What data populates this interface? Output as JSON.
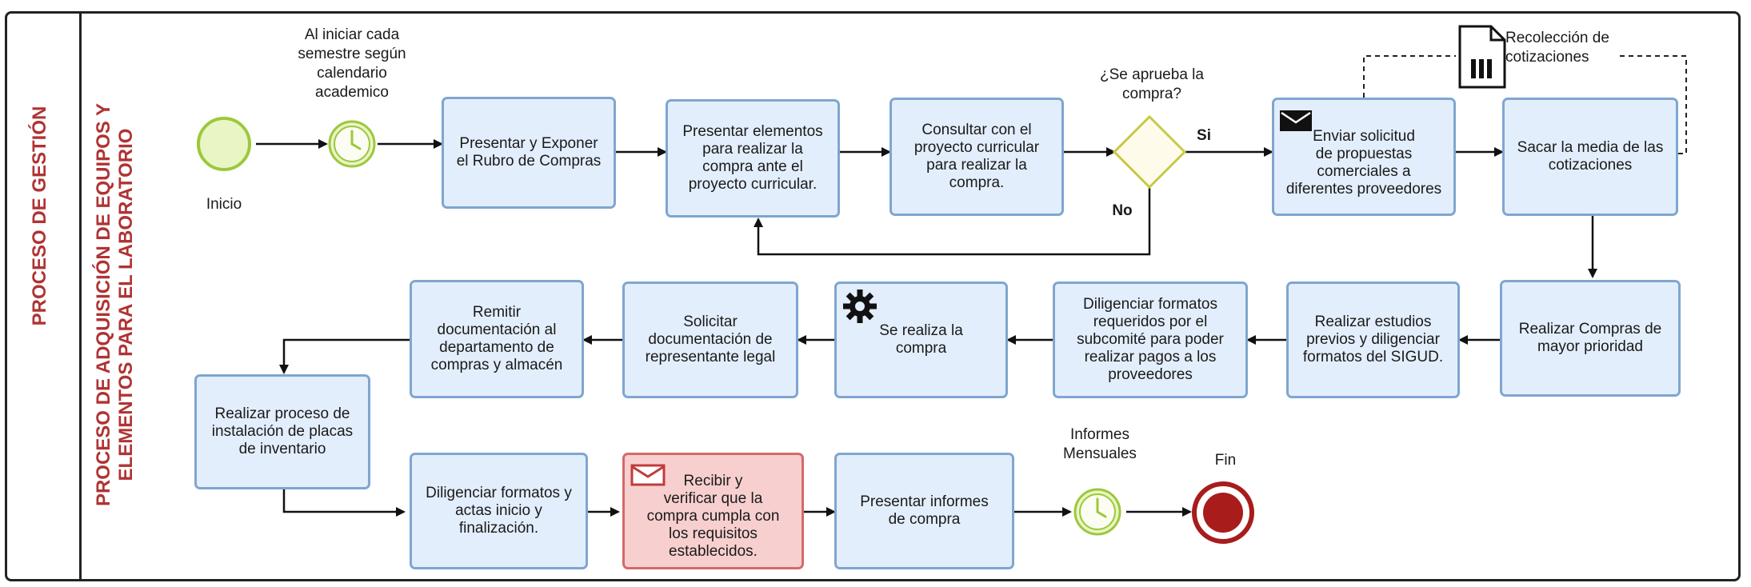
{
  "lanes": {
    "outer_label": "PROCESO DE GESTIÓN",
    "inner_label_line1": "PROCESO DE ADQUISICIÓN DE EQUIPOS Y",
    "inner_label_line2": "ELEMENTOS PARA EL LABORATORIO"
  },
  "events": {
    "start_label": "Inicio",
    "timer_start_label": "Al iniciar cada\nsemestre según\ncalendario\nacademico",
    "timer_end_label": "Informes\nMensuales",
    "end_label": "Fin"
  },
  "gateway": {
    "question": "¿Se aprueba la\ncompra?",
    "yes_label": "Si",
    "no_label": "No"
  },
  "artifact": {
    "doc_label": "Recolección de\ncotizaciones"
  },
  "tasks": {
    "presentar_exponer": "Presentar y Exponer\nel Rubro de Compras",
    "presentar_elementos": "Presentar elementos\npara realizar la\ncompra ante el\nproyecto curricular.",
    "consultar": "Consultar con el\nproyecto curricular\npara realizar la\ncompra.",
    "enviar_solicitud": "Enviar solicitud\nde propuestas\ncomerciales a\ndiferentes proveedores",
    "sacar_media": "Sacar la media de las\ncotizaciones",
    "realizar_compras": "Realizar Compras de\nmayor prioridad",
    "realizar_estudios": "Realizar estudios\nprevios y diligenciar\nformatos del SIGUD.",
    "diligenciar_formatos": "Diligenciar formatos\nrequeridos por el\nsubcomité para poder\nrealizar pagos a los\nproveedores",
    "se_realiza": "Se realiza la\ncompra",
    "solicitar_doc": "Solicitar\ndocumentación de\nrepresentante legal",
    "remitir_doc": "Remitir\ndocumentación al\ndepartamento de\ncompras y almacén",
    "instalacion_placas": "Realizar proceso de\ninstalación de placas\nde inventario",
    "diligenciar_actas": "Diligenciar formatos y\nactas inicio y\nfinalización.",
    "recibir_verificar": "Recibir y\nverificar que la\ncompra cumpla con\nlos requisitos\nestablecidos.",
    "presentar_informes": "Presentar informes\nde compra"
  },
  "colors": {
    "task_fill": "#e3eefc",
    "task_border": "#7fa6cf",
    "task_red_fill": "#f7cfcf",
    "task_red_border": "#d36a6a",
    "event_green": "#9cc83c",
    "event_fill": "#eaf5c6",
    "end_red": "#a81c1c",
    "lane_text": "#b03333"
  },
  "icons": {
    "message": "envelope-icon",
    "service": "gear-icon",
    "timer": "clock-icon",
    "document": "document-icon"
  }
}
